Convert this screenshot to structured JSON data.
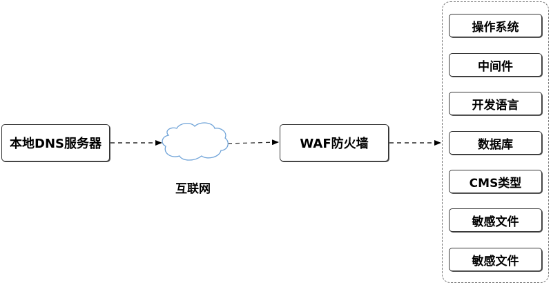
{
  "diagram": {
    "nodes": {
      "dns": "本地DNS服务器",
      "internet": "互联网",
      "waf": "WAF防火墙"
    },
    "target_items": [
      "操作系统",
      "中间件",
      "开发语言",
      "数据库",
      "CMS类型",
      "敏感文件",
      "敏感文件"
    ],
    "colors": {
      "cloud_stroke": "#6fa3d8",
      "box_border": "#333333",
      "container_border": "#777777",
      "arrow": "#000000"
    }
  }
}
